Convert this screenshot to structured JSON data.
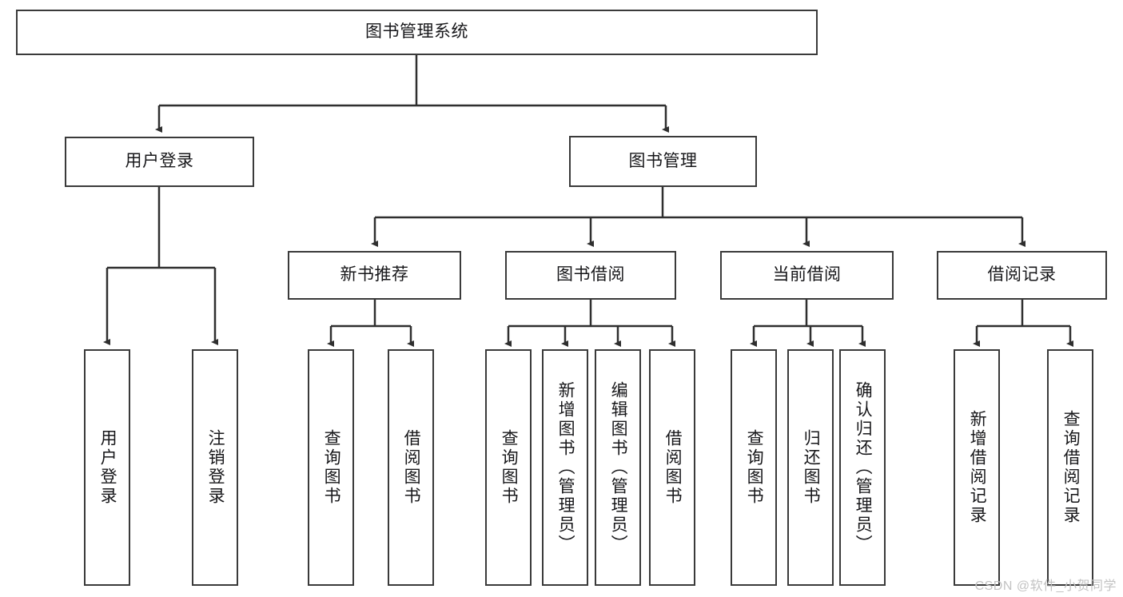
{
  "diagram": {
    "title": "图书管理系统",
    "type": "tree-hierarchy-chart",
    "watermark": "CSDN @软件_小贺同学",
    "line_color": "#3a3a3a",
    "text_color": "#17171a",
    "background": "#ffffff"
  },
  "root": {
    "label": "图书管理系统"
  },
  "level2": [
    {
      "label": "用户登录"
    },
    {
      "label": "图书管理"
    }
  ],
  "level3": [
    {
      "label": "新书推荐"
    },
    {
      "label": "图书借阅"
    },
    {
      "label": "当前借阅"
    },
    {
      "label": "借阅记录"
    }
  ],
  "leaves": {
    "user_login": [
      {
        "label": "用户登录"
      },
      {
        "label": "注销登录"
      }
    ],
    "new_book_recommend": [
      {
        "label": "查询图书"
      },
      {
        "label": "借阅图书"
      }
    ],
    "book_borrow": [
      {
        "label": "查询图书"
      },
      {
        "label": "新增图书（管理员）"
      },
      {
        "label": "编辑图书（管理员）"
      },
      {
        "label": "借阅图书"
      }
    ],
    "current_borrow": [
      {
        "label": "查询图书"
      },
      {
        "label": "归还图书"
      },
      {
        "label": "确认归还（管理员）"
      }
    ],
    "borrow_record": [
      {
        "label": "新增借阅记录"
      },
      {
        "label": "查询借阅记录"
      }
    ]
  }
}
